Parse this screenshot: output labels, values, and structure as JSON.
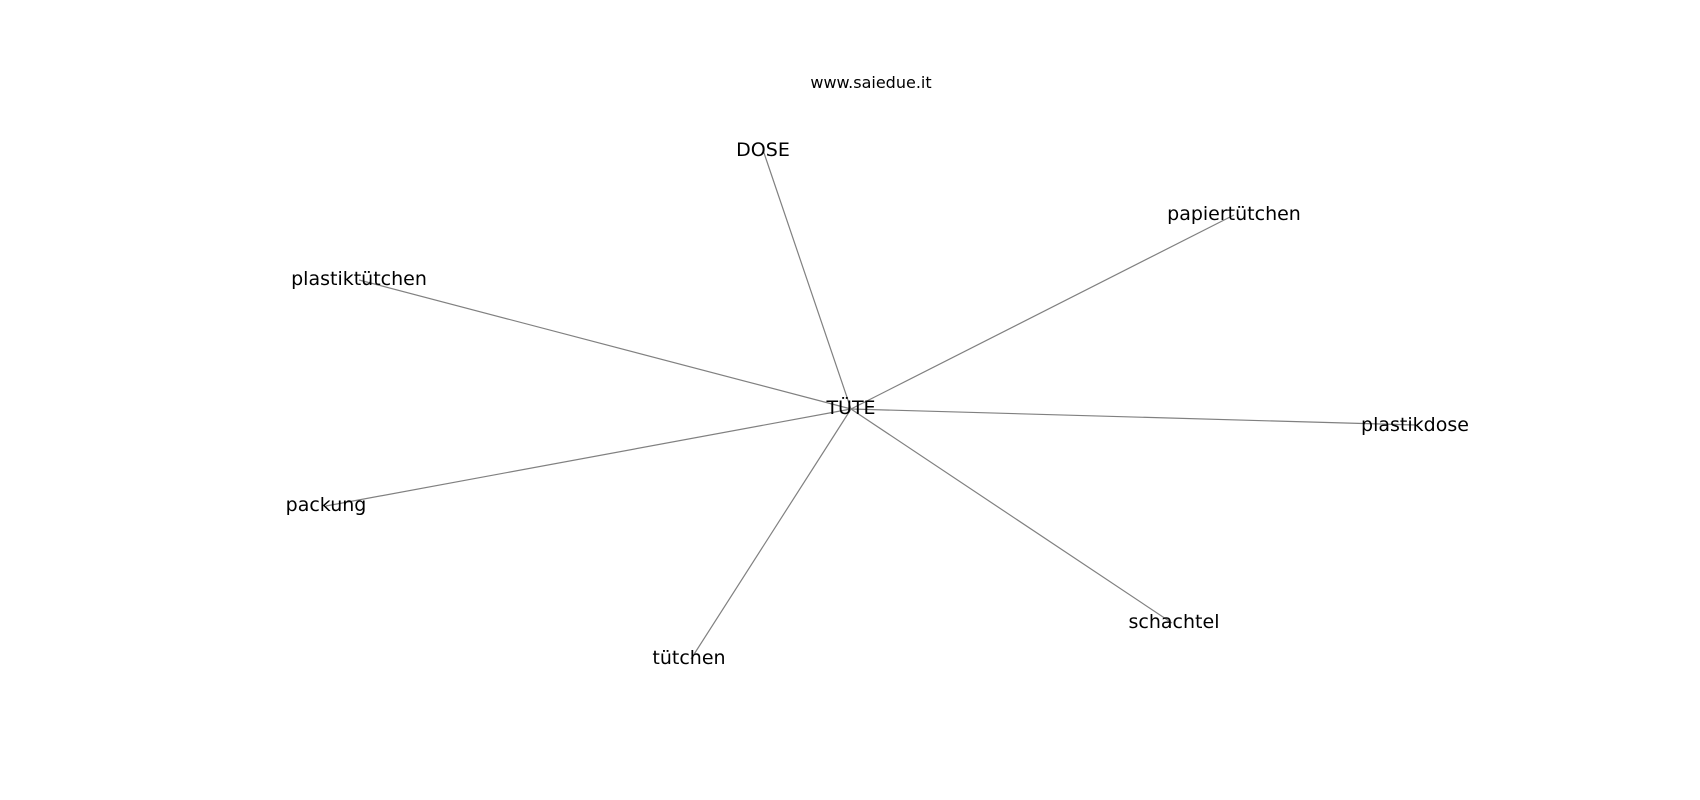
{
  "header": {
    "site": "www.saiedue.it"
  },
  "graph": {
    "center": "TÜTE",
    "nodes": [
      "DOSE",
      "papiertütchen",
      "plastiktütchen",
      "plastikdose",
      "packung",
      "schachtel",
      "tütchen"
    ],
    "edges": [
      [
        "TÜTE",
        "DOSE"
      ],
      [
        "TÜTE",
        "papiertütchen"
      ],
      [
        "TÜTE",
        "plastiktütchen"
      ],
      [
        "TÜTE",
        "plastikdose"
      ],
      [
        "TÜTE",
        "packung"
      ],
      [
        "TÜTE",
        "schachtel"
      ],
      [
        "TÜTE",
        "tütchen"
      ]
    ]
  }
}
